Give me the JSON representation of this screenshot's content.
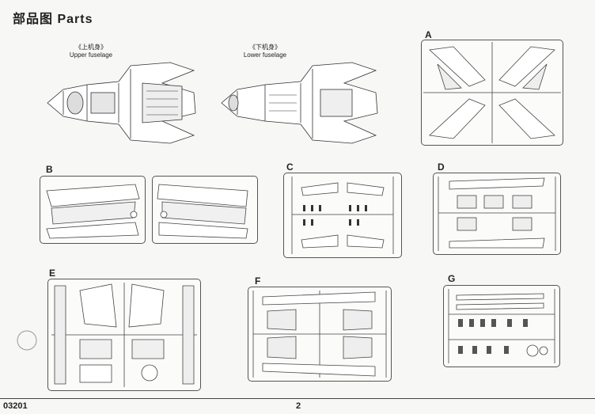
{
  "header": {
    "title": "部品图  Parts"
  },
  "fuselage": {
    "upper": {
      "zh": "《上机身》",
      "en": "Upper fuselage"
    },
    "lower": {
      "zh": "《下机身》",
      "en": "Lower fuselage"
    }
  },
  "sprues": [
    "A",
    "B",
    "C",
    "D",
    "E",
    "F",
    "G"
  ],
  "footer": {
    "code": "03201",
    "page": "2"
  }
}
